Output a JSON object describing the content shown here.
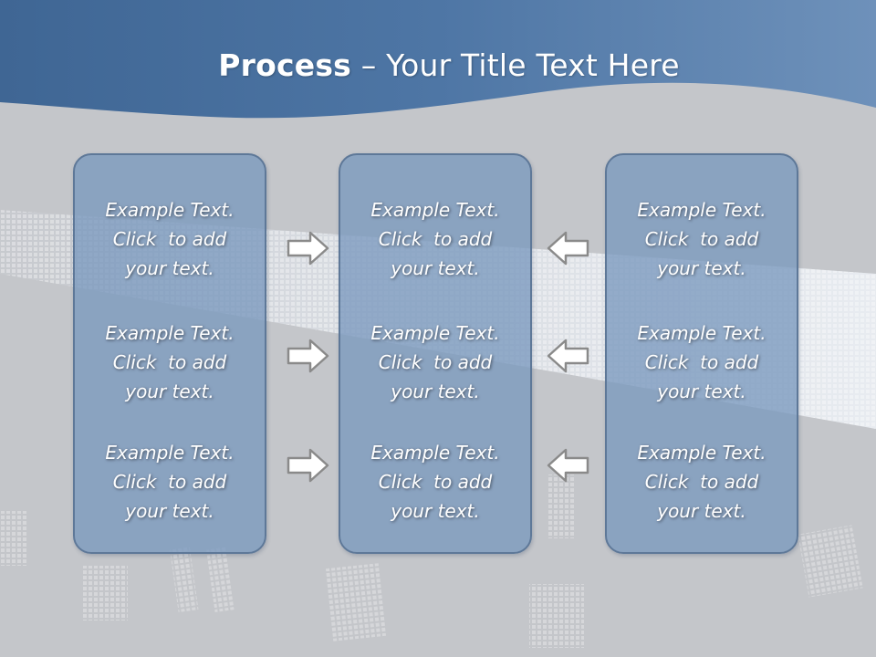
{
  "title": {
    "bold": "Process",
    "rest": " – Your Title Text Here"
  },
  "colors": {
    "header": "#4b6f9c",
    "panel_fill": "#7a99be",
    "panel_border": "#5e7898",
    "arrow_fill": "#ffffff",
    "arrow_stroke": "#8a8a8a"
  },
  "panels": {
    "left": [
      {
        "l1": "Example Text.",
        "l2": "Click  to add",
        "l3": "your text."
      },
      {
        "l1": "Example Text.",
        "l2": "Click  to add",
        "l3": "your text."
      },
      {
        "l1": "Example Text.",
        "l2": "Click  to add",
        "l3": "your text."
      }
    ],
    "middle": [
      {
        "l1": "Example Text.",
        "l2": "Click  to add",
        "l3": "your text."
      },
      {
        "l1": "Example Text.",
        "l2": "Click  to add",
        "l3": "your text."
      },
      {
        "l1": "Example Text.",
        "l2": "Click  to add",
        "l3": "your text."
      }
    ],
    "right": [
      {
        "l1": "Example Text.",
        "l2": "Click  to add",
        "l3": "your text."
      },
      {
        "l1": "Example Text.",
        "l2": "Click  to add",
        "l3": "your text."
      },
      {
        "l1": "Example Text.",
        "l2": "Click  to add",
        "l3": "your text."
      }
    ]
  },
  "arrows": {
    "left_to_middle": "right-arrow-icon",
    "right_to_middle": "left-arrow-icon"
  }
}
